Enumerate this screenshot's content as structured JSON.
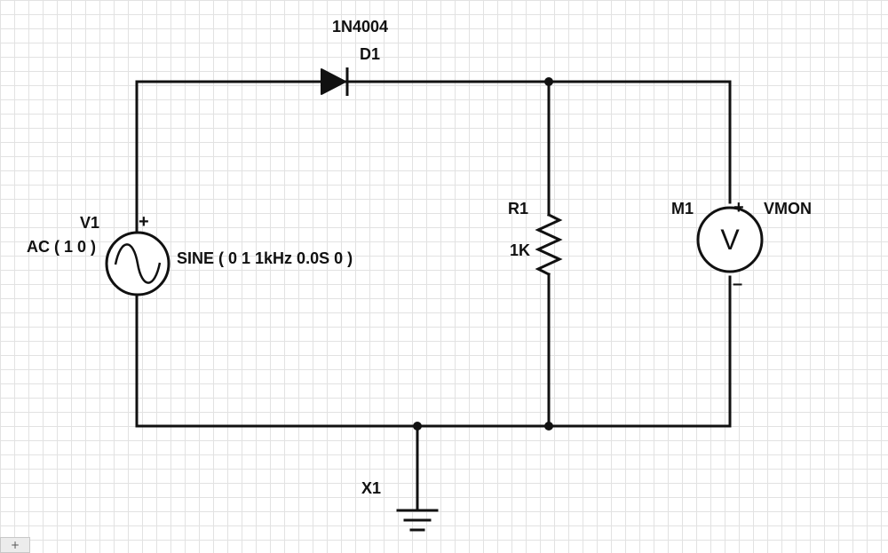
{
  "components": {
    "diode": {
      "model": "1N4004",
      "ref": "D1"
    },
    "source": {
      "ref": "V1",
      "ac": "AC ( 1 0 )",
      "sine": "SINE ( 0 1 1kHz 0.0S 0 )",
      "plus": "+"
    },
    "resistor": {
      "ref": "R1",
      "value": "1K"
    },
    "meter": {
      "ref": "M1",
      "net": "VMON",
      "symbol": "V",
      "plus": "+",
      "minus": "–"
    },
    "ground": {
      "ref": "X1"
    }
  },
  "colors": {
    "wire": "#111111",
    "grid": "#e2e2e2",
    "background": "#ffffff"
  },
  "corner_widget": {
    "glyph": "+"
  }
}
